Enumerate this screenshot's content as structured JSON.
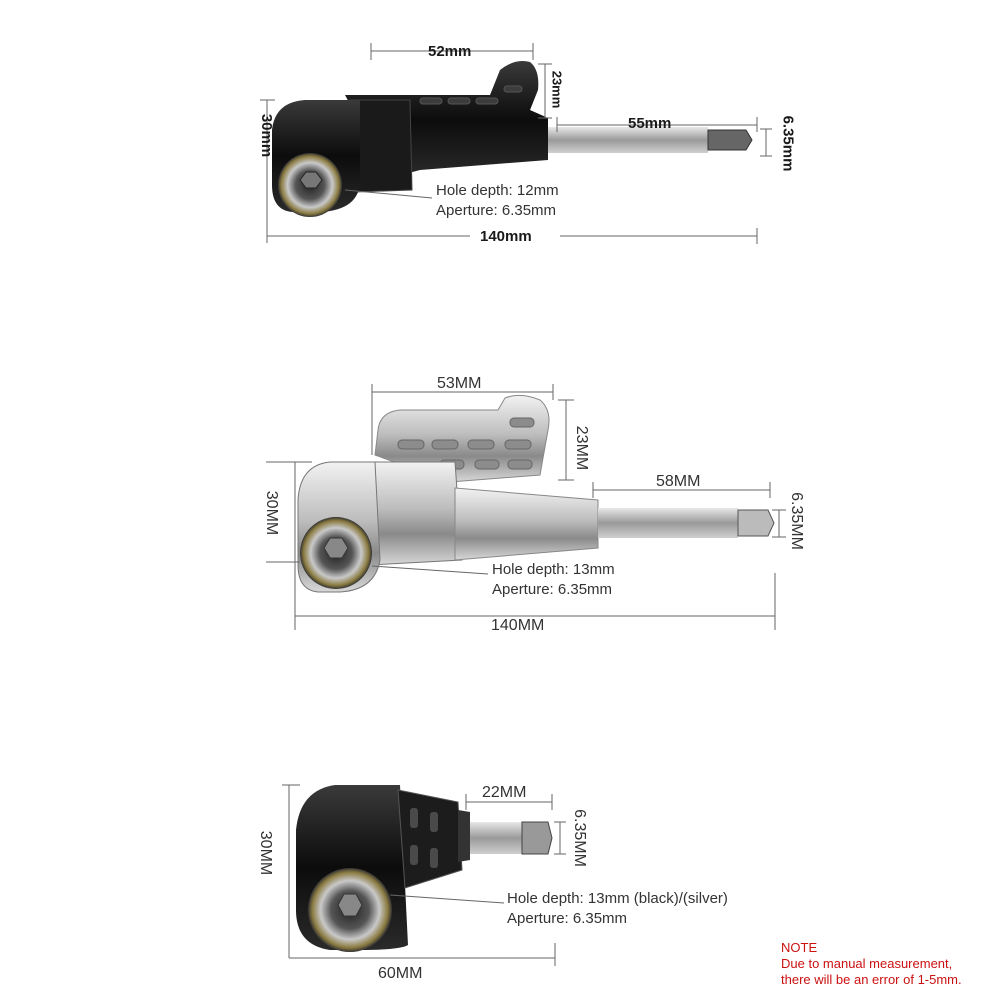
{
  "colors": {
    "dimension_line": "#666666",
    "tool_black": "#111111",
    "tool_silver": "#c8c8c8",
    "note": "#cc1111"
  },
  "adapter_black_extended": {
    "dim_top": "52mm",
    "dim_handle_height": "23mm",
    "dim_shaft": "55mm",
    "dim_hex": "6.35mm",
    "dim_head_height": "30mm",
    "dim_total": "140mm",
    "hole_depth": "Hole depth: 12mm",
    "aperture": "Aperture: 6.35mm"
  },
  "adapter_silver_extended": {
    "dim_top": "53MM",
    "dim_handle_height": "23MM",
    "dim_shaft": "58MM",
    "dim_hex": "6.35MM",
    "dim_head_height": "30MM",
    "dim_total": "140MM",
    "hole_depth": "Hole depth: 13mm",
    "aperture": "Aperture: 6.35mm"
  },
  "adapter_compact": {
    "dim_shaft": "22MM",
    "dim_hex": "6.35MM",
    "dim_head_height": "30MM",
    "dim_total": "60MM",
    "hole_depth": "Hole depth: 13mm (black)/(silver)",
    "aperture": "Aperture: 6.35mm"
  },
  "note": {
    "title": "NOTE",
    "line1": "Due to manual measurement,",
    "line2": "there will be an error of 1-5mm."
  }
}
